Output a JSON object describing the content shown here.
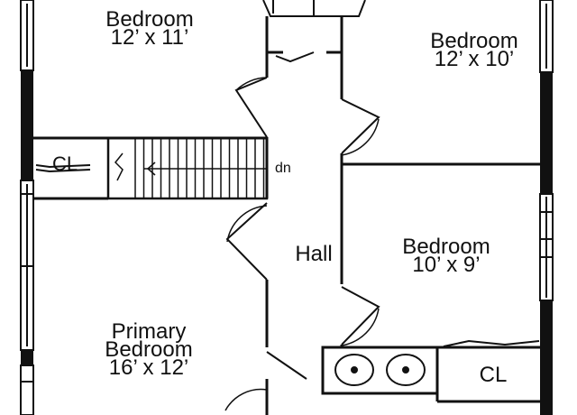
{
  "rooms": {
    "bedroom_top_left": {
      "name": "Bedroom",
      "size": "12’ x 11’"
    },
    "bedroom_top_right": {
      "name": "Bedroom",
      "size": "12’ x 10’"
    },
    "bedroom_middle_right": {
      "name": "Bedroom",
      "size": "10’ x 9’"
    },
    "primary_bedroom": {
      "name_line1": "Primary",
      "name_line2": "Bedroom",
      "size": "16’ x 12’"
    },
    "hall": {
      "name": "Hall"
    },
    "closet_left": {
      "name": "CL"
    },
    "closet_bottom_right": {
      "name": "CL"
    }
  },
  "stairs": {
    "label": "dn"
  },
  "colors": {
    "wall": "#111111",
    "background": "#ffffff"
  }
}
